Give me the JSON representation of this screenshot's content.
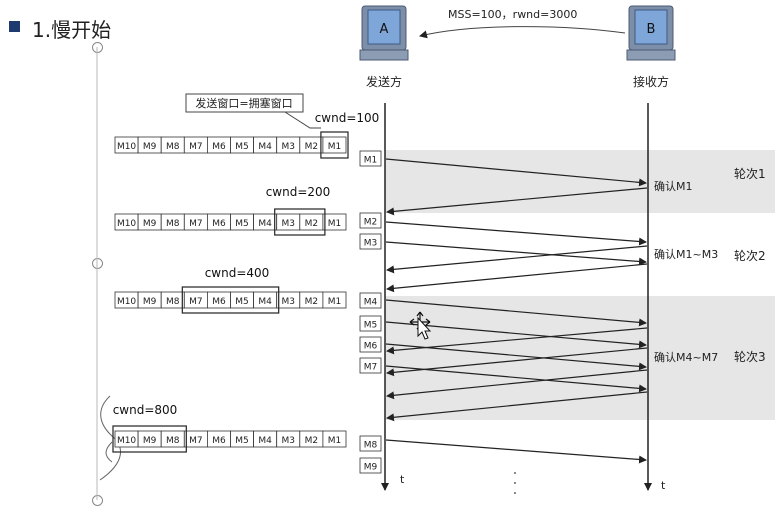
{
  "slide": {
    "title": "1.慢开始"
  },
  "hosts": {
    "sender": {
      "letter": "A",
      "label": "发送方"
    },
    "receiver": {
      "letter": "B",
      "label": "接收方"
    }
  },
  "header_message": "MSS=100，rwnd=3000",
  "window_legend": "发送窗口=拥塞窗口",
  "segments": [
    "M10",
    "M9",
    "M8",
    "M7",
    "M6",
    "M5",
    "M4",
    "M3",
    "M2",
    "M1"
  ],
  "cwnd_labels": [
    "cwnd=100",
    "cwnd=200",
    "cwnd=400",
    "cwnd=800"
  ],
  "sent_labels": [
    "M1",
    "M2",
    "M3",
    "M4",
    "M5",
    "M6",
    "M7",
    "M8",
    "M9"
  ],
  "ack_labels": [
    "确认M1",
    "确认M1~M3",
    "确认M4~M7"
  ],
  "round_labels": [
    "轮次1",
    "轮次2",
    "轮次3"
  ],
  "time_label": "t",
  "colors": {
    "band": "#e6e6e6",
    "line": "#222222",
    "bullet": "#1f3a6e",
    "host_screen": "#7ea6d8",
    "host_body": "#8c9cb2"
  }
}
